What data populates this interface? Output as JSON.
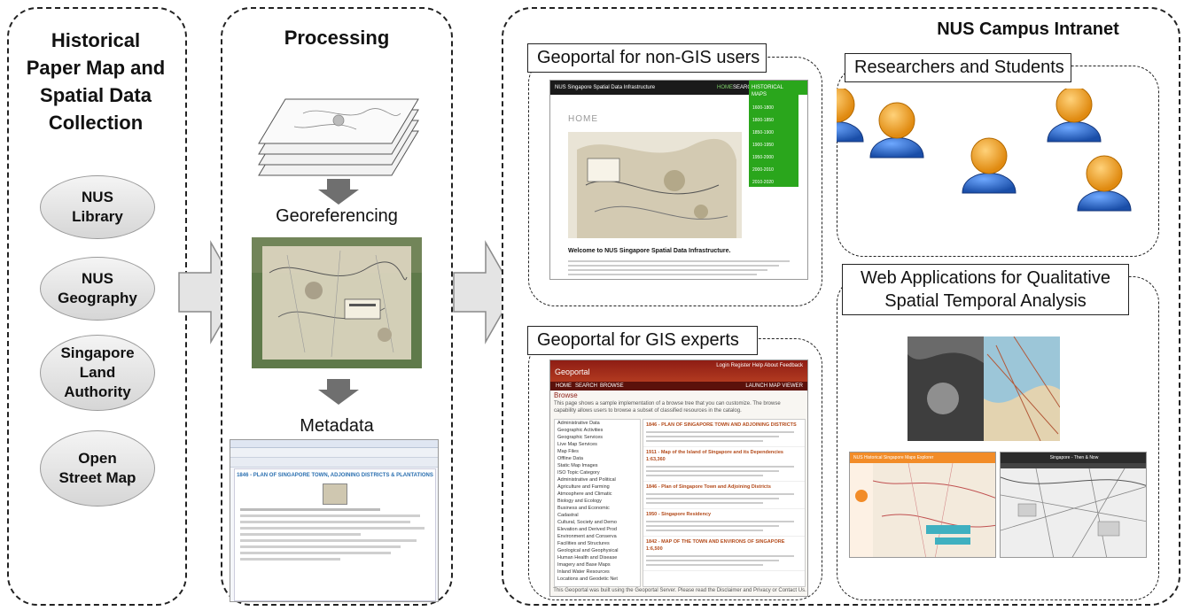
{
  "collection": {
    "title": "Historical Paper Map and Spatial Data Collection",
    "sources": [
      "NUS\nLibrary",
      "NUS\nGeography",
      "Singapore\nLand\nAuthority",
      "Open\nStreet Map"
    ]
  },
  "processing": {
    "title": "Processing",
    "step_georef": "Georeferencing",
    "step_metadata": "Metadata",
    "metadata_doc_title": "1846 - PLAN OF SINGAPORE TOWN, ADJOINING DISTRICTS & PLANTATIONS"
  },
  "intranet": {
    "title": "NUS Campus Intranet",
    "nongis_label": "Geoportal for non-GIS users",
    "gis_label": "Geoportal for GIS experts",
    "users_label": "Researchers and Students",
    "webapps_label": "Web Applications for Qualitative Spatial Temporal Analysis"
  },
  "nongis_screen": {
    "site_title": "NUS Singapore Spatial Data Infrastructure",
    "menu_home": "HOME",
    "menu_search": "SEARCH",
    "menu_hist": "HISTORICAL MAPS",
    "home_heading": "HOME",
    "welcome": "Welcome to NUS Singapore Spatial Data Infrastructure.",
    "dropdown_items": [
      "1600-1800",
      "1800-1850",
      "1850-1900",
      "1900-1950",
      "1950-2000",
      "2000-2010",
      "2010-2020"
    ]
  },
  "gis_screen": {
    "brand": "Geoportal",
    "topnav": "Login  Register  Help  About  Feedback",
    "tabs": [
      "HOME",
      "SEARCH",
      "BROWSE"
    ],
    "launch": "LAUNCH MAP VIEWER",
    "browse_heading": "Browse",
    "intro": "This page shows a sample implementation of a browse tree that you can customize. The browse capability allows users to browse a subset of classified resources in the catalog.",
    "tree": [
      "Administrative Data",
      "Geographic Activities",
      "Geographic Services",
      "Live Map Services",
      "Map Files",
      "Offline Data",
      "Static Map Images",
      "ISO Topic Category",
      "Administrative and Political",
      "Agriculture and Farming",
      "Atmosphere and Climatic",
      "Biology and Ecology",
      "Business and Economic",
      "Cadastral",
      "Cultural, Society and Demo",
      "Elevation and Derived Prod",
      "Environment and Conserva",
      "Facilities and Structures",
      "Geological and Geophysical",
      "Human Health and Disease",
      "Imagery and Base Maps",
      "Inland Water Resources",
      "Locations and Geodetic Net"
    ],
    "results": [
      "1846 - PLAN OF SINGAPORE TOWN AND ADJOINING DISTRICTS",
      "1911 - Map of the Island of Singapore and its Dependencies 1:63,360",
      "1846 - Plan of Singapore Town and Adjoining Districts",
      "1950 - Singapore Residency",
      "1842 - MAP OF THE TOWN AND ENVIRONS OF SINGAPORE 1:6,500"
    ],
    "footer": "This Geoportal was built using the Geoportal Server. Please read the Disclaimer and Privacy or Contact Us."
  },
  "webapp1": {
    "title": "NUS Historical Singapore Maps Explorer"
  },
  "webapp2": {
    "title": "Singapore - Then & Now"
  }
}
